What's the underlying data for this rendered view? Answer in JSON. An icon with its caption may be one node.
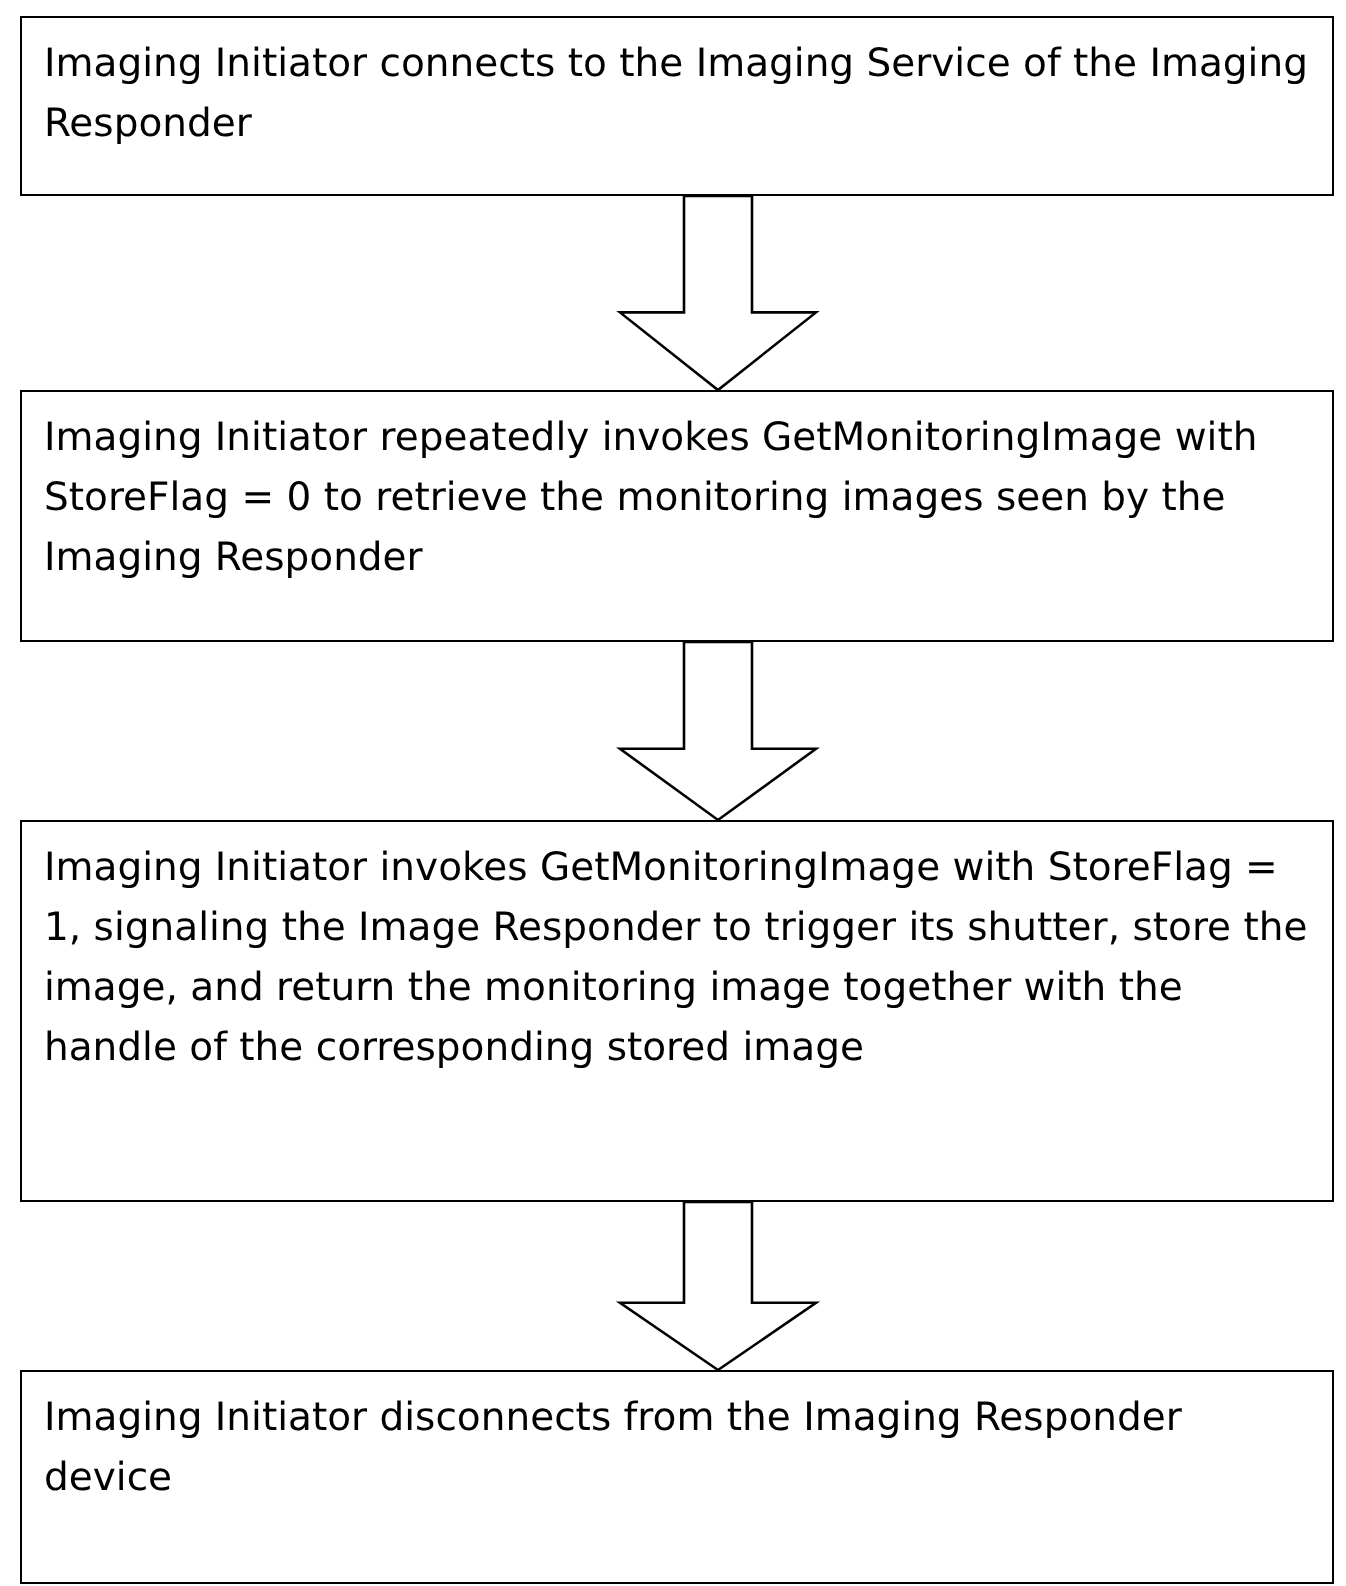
{
  "diagram": {
    "nodes": [
      {
        "text": [
          "Imaging Initiator connects to the Imaging Service of the Imaging Responder"
        ]
      },
      {
        "text": [
          "Imaging Initiator repeatedly invokes GetMonitoringImage with StoreFlag = 0 to retrieve the monitoring images seen by the Imaging Responder"
        ]
      },
      {
        "text": [
          "Imaging Initiator invokes GetMonitoringImage with StoreFlag = 1, signaling the Image Responder to trigger its shutter, store the image, and return the monitoring image together with the handle of the corresponding stored image"
        ]
      },
      {
        "text": [
          "Imaging Initiator disconnects from the Imaging Responder device"
        ]
      }
    ],
    "edges": [
      {
        "from": 0,
        "to": 1,
        "arrow": "to"
      },
      {
        "from": 1,
        "to": 2,
        "arrow": "to"
      },
      {
        "from": 2,
        "to": 3,
        "arrow": "to"
      }
    ]
  }
}
